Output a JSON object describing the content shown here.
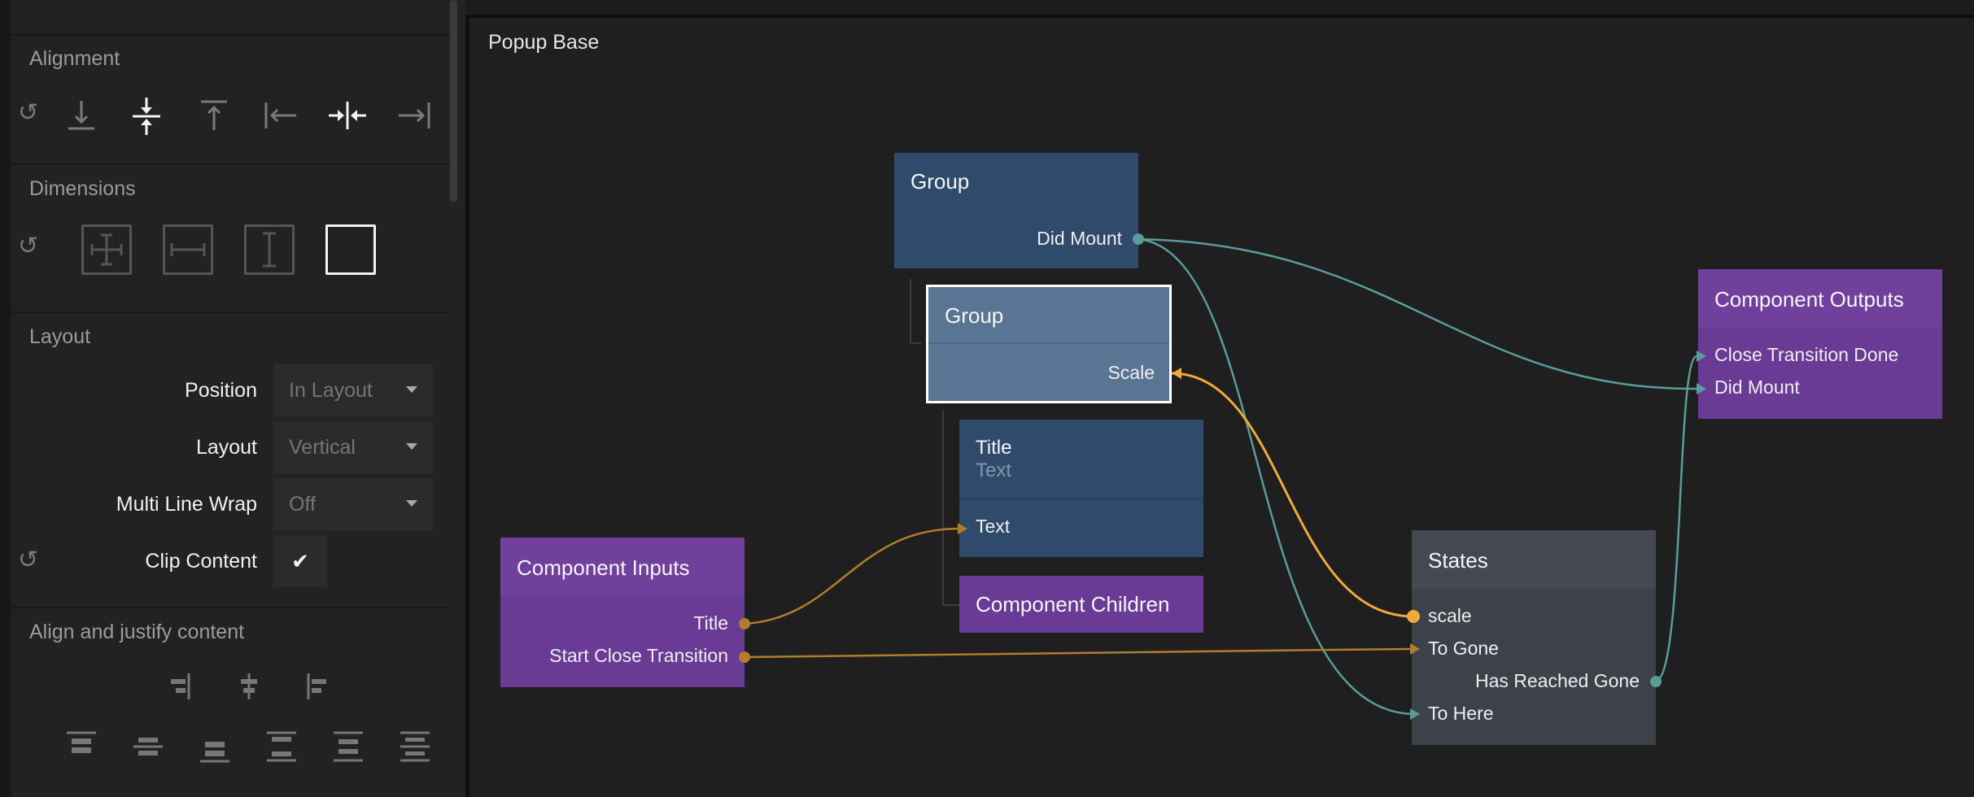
{
  "panel": {
    "alignment": {
      "title": "Alignment"
    },
    "dimensions": {
      "title": "Dimensions"
    },
    "layout": {
      "title": "Layout",
      "position_label": "Position",
      "position_value": "In Layout",
      "layout_label": "Layout",
      "layout_value": "Vertical",
      "wrap_label": "Multi Line Wrap",
      "wrap_value": "Off",
      "clip_label": "Clip Content",
      "clip_value": "✔"
    },
    "justify": {
      "title": "Align and justify content"
    }
  },
  "canvas": {
    "title": "Popup Base",
    "nodes": {
      "group_top": {
        "title": "Group",
        "port_did_mount": "Did Mount"
      },
      "group_selected": {
        "title": "Group",
        "port_scale": "Scale"
      },
      "title_text": {
        "title": "Title",
        "subtitle": "Text",
        "port_text": "Text"
      },
      "component_children": {
        "title": "Component Children"
      },
      "component_inputs": {
        "title": "Component Inputs",
        "port_title": "Title",
        "port_start_close": "Start Close Transition"
      },
      "states": {
        "title": "States",
        "port_scale": "scale",
        "port_to_gone": "To Gone",
        "port_has_reached_gone": "Has Reached Gone",
        "port_to_here": "To Here"
      },
      "component_outputs": {
        "title": "Component Outputs",
        "port_close_done": "Close Transition Done",
        "port_did_mount": "Did Mount"
      }
    }
  },
  "colors": {
    "wire_teal": "#5a9c9a",
    "wire_orange": "#f0a93c",
    "wire_orange_dim": "#b07d2c",
    "node_blue": "#2f4a6a",
    "node_purple": "#6a3b95",
    "node_gray": "#3d4149"
  }
}
